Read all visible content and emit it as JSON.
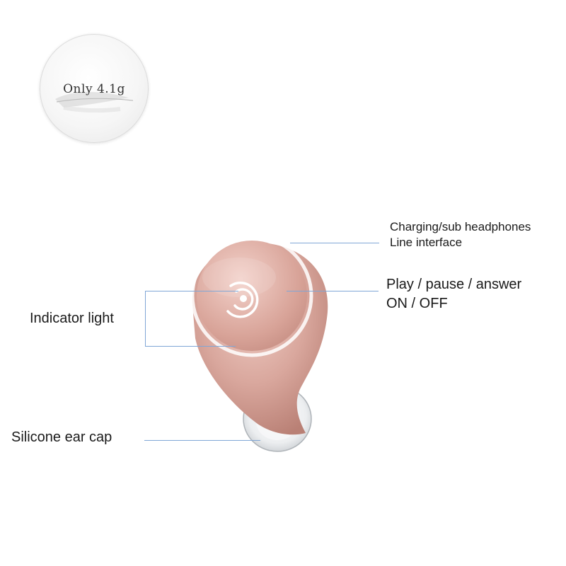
{
  "badge": {
    "text": "Only 4.1g"
  },
  "labels": {
    "charging_line1": "Charging/sub headphones",
    "charging_line2": "Line interface",
    "play_line1": "Play / pause / answer",
    "play_line2": "ON / OFF",
    "indicator": "Indicator light",
    "ear_cap": "Silicone ear cap"
  },
  "icons": {
    "feather": "feather-icon",
    "button": "signal-swirl-icon"
  },
  "colors": {
    "body": "#d9a79d",
    "body_dark": "#b98075",
    "leader": "#7fa6d6",
    "ear_cap": "#e9ecef"
  }
}
